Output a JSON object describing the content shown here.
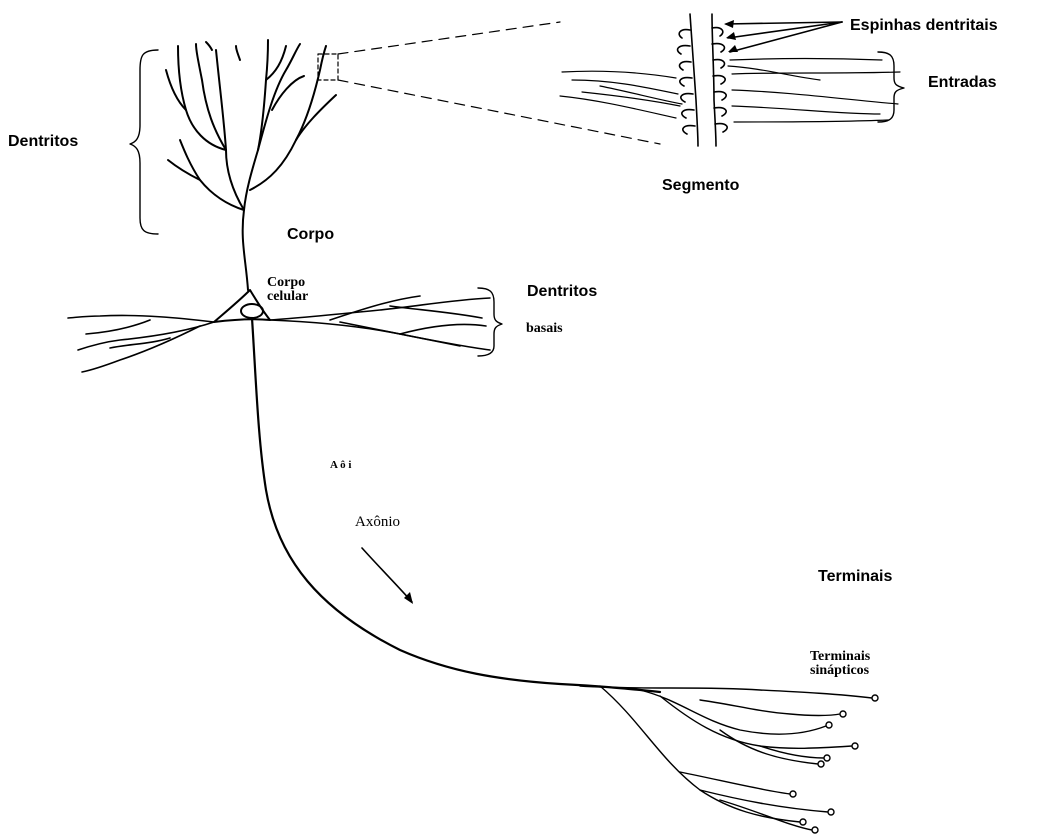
{
  "labels": {
    "espinhas": "Espinhas dentritais",
    "entradas": "Entradas",
    "segmento": "Segmento",
    "dentritos_top": "Dentritos",
    "corpo": "Corpo",
    "corpo_celular_1": "Corpo",
    "corpo_celular_2": "celular",
    "dentritos_basais_1": "Dentritos",
    "dentritos_basais_2": "basais",
    "axonio_faint": "A ô i",
    "axonio": "Axônio",
    "terminais": "Terminais",
    "terminais_sinapticos_1": "Terminais",
    "terminais_sinapticos_2": "sinápticos"
  }
}
